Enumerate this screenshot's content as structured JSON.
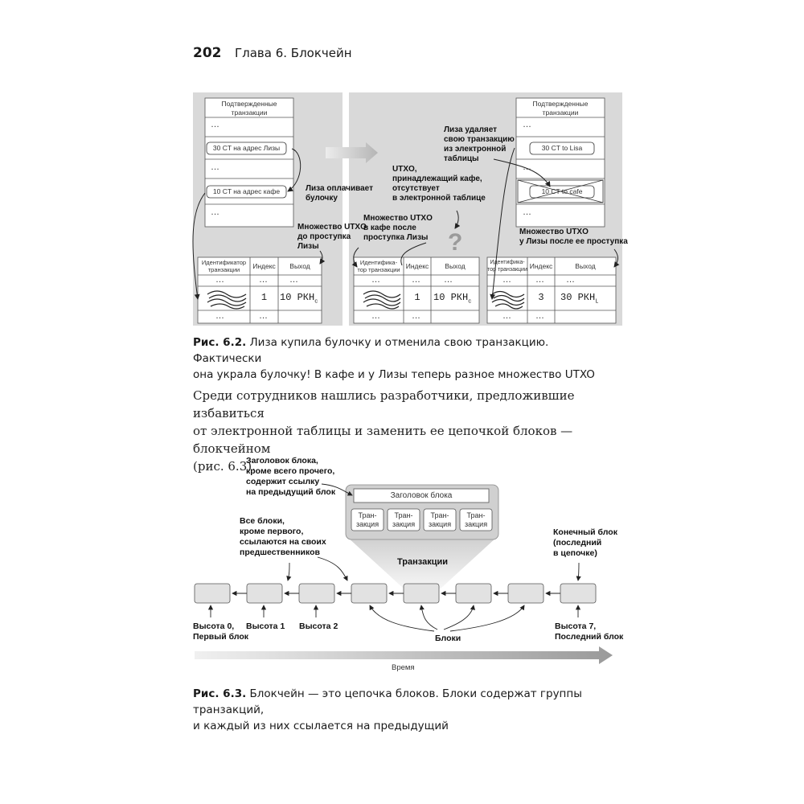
{
  "page": {
    "number": "202",
    "chapter": "Глава 6. Блокчейн"
  },
  "figure_6_2": {
    "ledger_header": "Подтвержденные транзакции",
    "ledger_header_line1": "Подтвержденные",
    "ledger_header_line2": "транзакции",
    "ellipsis": "…",
    "left_tx1": "30 CT на адрес Лизы",
    "left_tx2": "10 CT на адрес кафе",
    "right_tx1": "30 CT to Lisa",
    "right_tx2": "10 CT to cafe",
    "ann_pays": [
      "Лиза оплачивает",
      "булочку"
    ],
    "ann_utxo_before": [
      "Множество UTXO",
      "до проступка",
      "Лизы"
    ],
    "ann_removes": [
      "Лиза удаляет",
      "свою транзакцию",
      "из электронной",
      "таблицы"
    ],
    "ann_missing": [
      "UTXO,",
      "принадлежащий кафе,",
      "отсутствует",
      "в электронной таблице"
    ],
    "ann_utxo_cafe": [
      "Множество UTXO",
      "в кафе после",
      "проступка Лизы"
    ],
    "ann_utxo_lisa": [
      "Множество UTXO",
      "у Лизы после ее проступка"
    ],
    "question_mark": "?",
    "table_headers": {
      "id_left": [
        "Идентификатор",
        "транзакции"
      ],
      "id_mid": [
        "Идентифика-",
        "тор транзакции"
      ],
      "id_right": [
        "Идентифика-",
        "тор транзакции"
      ],
      "index": "Индекс",
      "output": "Выход"
    },
    "tables": [
      {
        "index": "1",
        "output": "10 РКН",
        "sub": "c"
      },
      {
        "index": "1",
        "output": "10 РКН",
        "sub": "c"
      },
      {
        "index": "3",
        "output": "30 РКН",
        "sub": "L"
      }
    ],
    "caption_bold": "Рис. 6.2.",
    "caption_line1": " Лиза купила булочку и отменила свою транзакцию. Фактически",
    "caption_line2": "она украла булочку! В кафе и у Лизы теперь разное множество UTXO"
  },
  "paragraph": [
    "Среди сотрудников нашлись разработчики, предложившие избавиться",
    "от электронной таблицы и заменить ее цепочкой блоков — блокчейном",
    "(рис. 6.3)."
  ],
  "figure_6_3": {
    "ann_header": [
      "Заголовок блока,",
      "кроме всего прочего,",
      "содержит ссылку",
      "на предыдущий блок"
    ],
    "ann_all_blocks": [
      "Все блоки,",
      "кроме первого,",
      "ссылаются на своих",
      "предшественников"
    ],
    "ann_final": [
      "Конечный блок",
      "(последний",
      "в цепочке)"
    ],
    "block_header": "Заголовок блока",
    "tx_top": "Тран-",
    "tx_bottom": "закция",
    "transactions_label": "Транзакции",
    "height0": [
      "Высота 0,",
      "Первый блок"
    ],
    "height1": "Высота 1",
    "height2": "Высота 2",
    "blocks_label": "Блоки",
    "height7": [
      "Высота 7,",
      "Последний блок"
    ],
    "time_label": "Время",
    "caption_bold": "Рис. 6.3.",
    "caption_line1": " Блокчейн — это цепочка блоков. Блоки содержат группы транзакций,",
    "caption_line2": "и каждый из них ссылается на предыдущий"
  }
}
